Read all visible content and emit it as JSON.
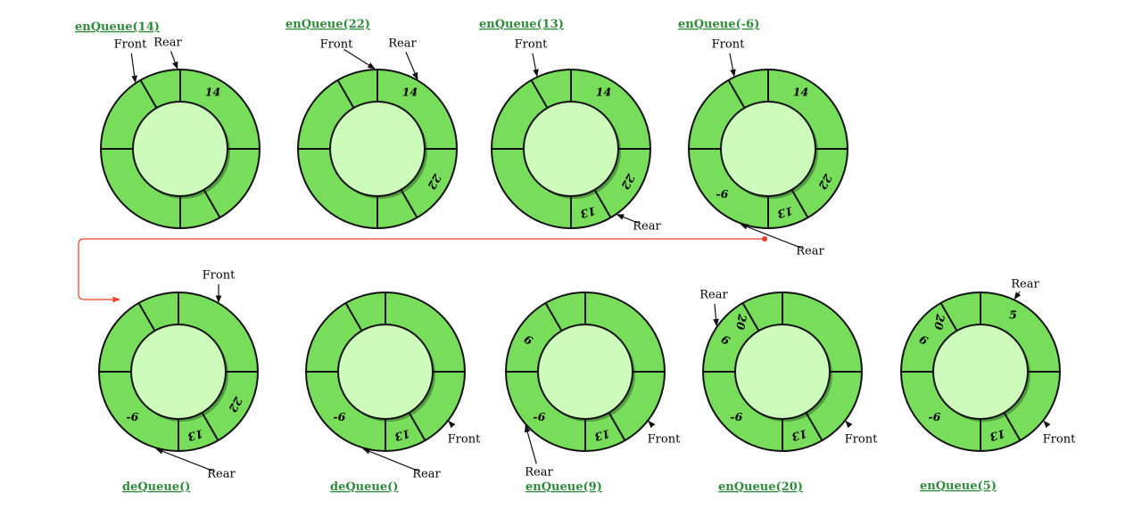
{
  "colors": {
    "ring": "#77dd5b",
    "inner": "#ccfbbb",
    "stroke": "#111111",
    "title": "#2e8b3a",
    "connector": "#e8402a"
  },
  "labels": {
    "front": "Front",
    "rear": "Rear"
  },
  "queues": [
    {
      "op": "enQueue(14)",
      "values": [
        "14",
        "",
        "",
        "",
        "",
        ""
      ]
    },
    {
      "op": "enQueue(22)",
      "values": [
        "14",
        "22",
        "",
        "",
        "",
        ""
      ]
    },
    {
      "op": "enQueue(13)",
      "values": [
        "14",
        "22",
        "13",
        "",
        "",
        ""
      ]
    },
    {
      "op": "enQueue(-6)",
      "values": [
        "14",
        "22",
        "13",
        "-6",
        "",
        ""
      ]
    },
    {
      "op": "deQueue()",
      "values": [
        "",
        "22",
        "13",
        "-6",
        "",
        ""
      ]
    },
    {
      "op": "deQueue()",
      "values": [
        "",
        "",
        "13",
        "-6",
        "",
        ""
      ]
    },
    {
      "op": "enQueue(9)",
      "values": [
        "",
        "",
        "13",
        "-6",
        "9",
        ""
      ]
    },
    {
      "op": "enQueue(20)",
      "values": [
        "",
        "",
        "13",
        "-6",
        "9",
        "20"
      ]
    },
    {
      "op": "enQueue(5)",
      "values": [
        "5",
        "",
        "13",
        "-6",
        "9",
        "20"
      ]
    }
  ]
}
